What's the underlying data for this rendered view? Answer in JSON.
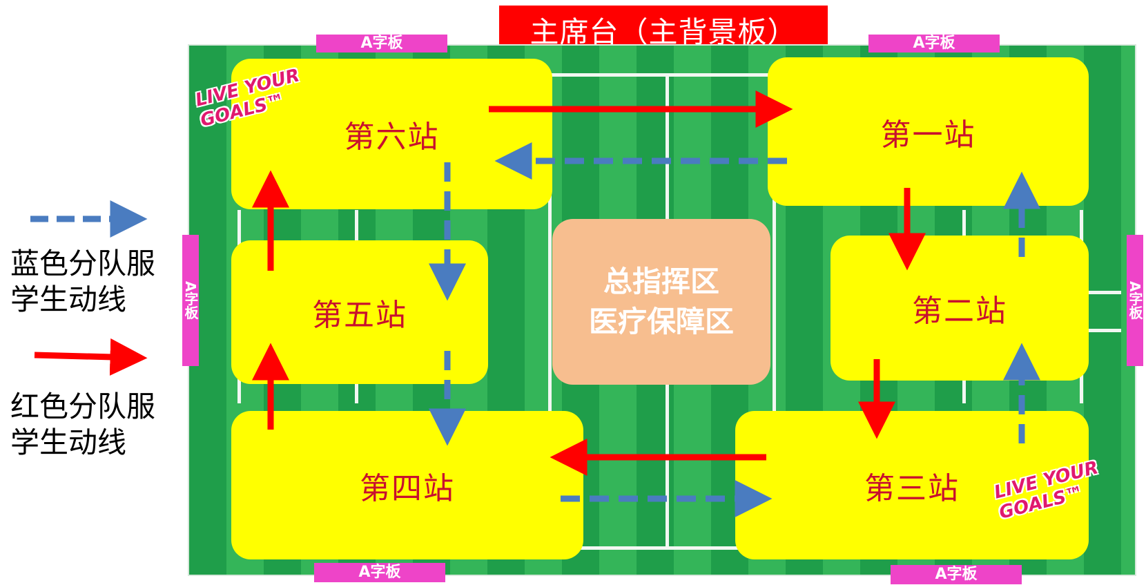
{
  "header": {
    "title": "主席台（主背景板）"
  },
  "boards": {
    "top_left": "A字板",
    "top_right": "A字板",
    "bottom_left": "A字板",
    "bottom_right": "A字板",
    "left_side": "A字板",
    "right_side": "A字板"
  },
  "stations": {
    "s1": "第一站",
    "s2": "第二站",
    "s3": "第三站",
    "s4": "第四站",
    "s5": "第五站",
    "s6": "第六站"
  },
  "center": {
    "line1": "总指挥区",
    "line2": "医疗保障区"
  },
  "legend": {
    "blue": {
      "line1": "蓝色分队服",
      "line2": "学生动线",
      "color": "#4a7cc0",
      "style": "dashed"
    },
    "red": {
      "line1": "红色分队服",
      "line2": "学生动线",
      "color": "#ff0000",
      "style": "solid"
    }
  },
  "logos": {
    "top_left": {
      "line1": "LIVE YOUR",
      "line2": "GOALS™"
    },
    "bottom_right": {
      "line1": "LIVE YOUR",
      "line2": "GOALS™"
    }
  },
  "colors": {
    "station_fill": "#ffff00",
    "station_text": "#c8102e",
    "field_green": "#1f9e4a",
    "board_pink": "#ee44c8",
    "command_fill": "#f7be8f",
    "title_fill": "#ff0000"
  }
}
